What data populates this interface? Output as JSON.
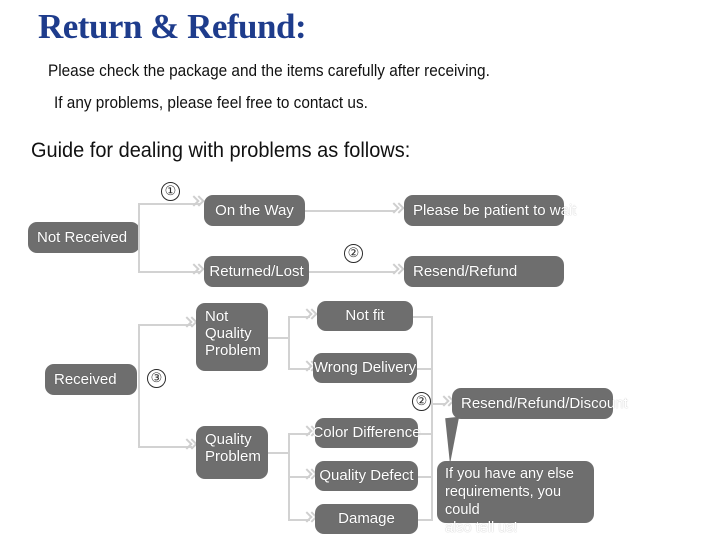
{
  "header": {
    "title": "Return & Refund:",
    "title_color": "#1e3c8c",
    "line1": "Please check the package and the items carefully after receiving.",
    "line2": "If any problems, please feel free to contact us.",
    "guide": "Guide for dealing with problems as follows:"
  },
  "theme": {
    "node_fill": "#6e6e6e",
    "node_text": "#ffffff",
    "connector": "#d2d2d2",
    "background": "#ffffff",
    "text": "#111111"
  },
  "flowchart": {
    "type": "decision-tree",
    "nodes": {
      "not_received": "Not Received",
      "on_the_way": "On the Way",
      "returned_lost": "Returned/Lost",
      "please_wait": "Please be patient to wait",
      "resend_refund": "Resend/Refund",
      "received": "Received",
      "not_quality_problem": "Not Quality Problem",
      "quality_problem": "Quality Problem",
      "not_fit": "Not fit",
      "wrong_delivery": "Wrong Delivery",
      "color_difference": "Color Difference",
      "quality_defect": "Quality Defect",
      "damage": "Damage",
      "resend_refund_discount": "Resend/Refund/Discount"
    },
    "step_markers": {
      "one": "①",
      "two_top": "②",
      "three": "③",
      "two_bottom": "②"
    },
    "callout": {
      "line1": "If you have any else",
      "line2": "requirements, you could",
      "line3": "also tell us!"
    }
  }
}
